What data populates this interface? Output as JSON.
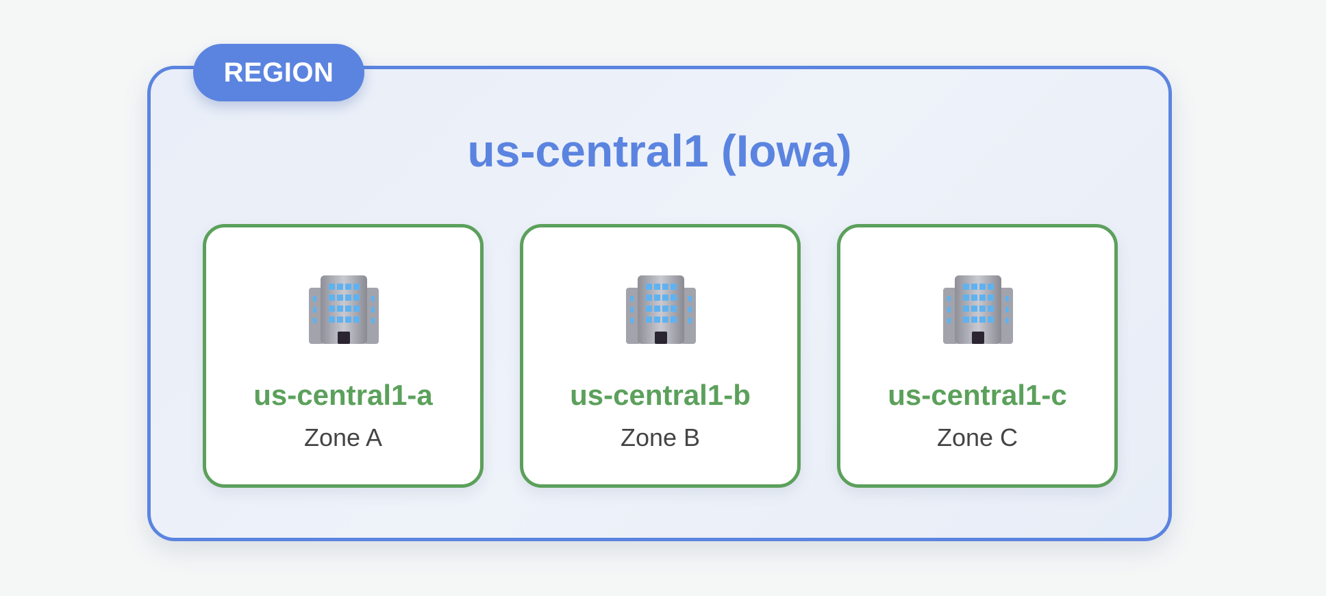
{
  "region": {
    "badge": "REGION",
    "title": "us-central1 (Iowa)",
    "border_color": "#5b84e0"
  },
  "zones": [
    {
      "name": "us-central1-a",
      "label": "Zone A",
      "icon": "building-icon"
    },
    {
      "name": "us-central1-b",
      "label": "Zone B",
      "icon": "building-icon"
    },
    {
      "name": "us-central1-c",
      "label": "Zone C",
      "icon": "building-icon"
    }
  ],
  "colors": {
    "region_accent": "#5b84e0",
    "zone_accent": "#5ba05b",
    "zone_label": "#444444"
  }
}
